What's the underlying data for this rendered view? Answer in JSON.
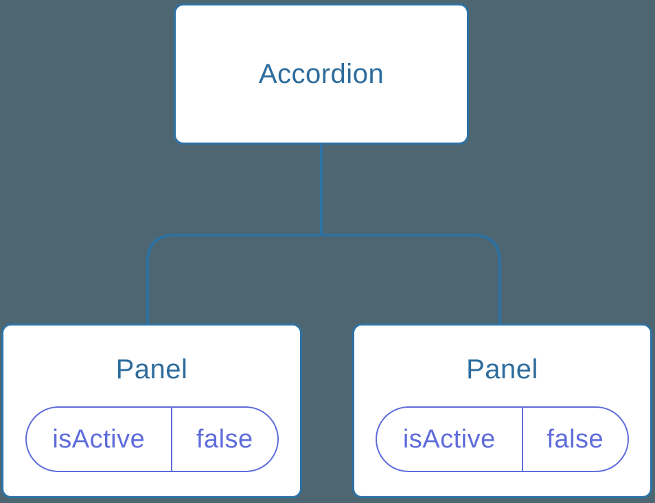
{
  "diagram": {
    "type": "component-tree",
    "root_node": {
      "label": "Accordion"
    },
    "panels": [
      {
        "label": "Panel",
        "state": {
          "key": "isActive",
          "value": "false"
        }
      },
      {
        "label": "Panel",
        "state": {
          "key": "isActive",
          "value": "false"
        }
      }
    ]
  },
  "colors": {
    "background": "#4D6671",
    "node_fill": "#FFFFFF",
    "node_border": "#2E72A4",
    "node_text": "#2E6C9C",
    "state_accent": "#5F6CDB"
  }
}
